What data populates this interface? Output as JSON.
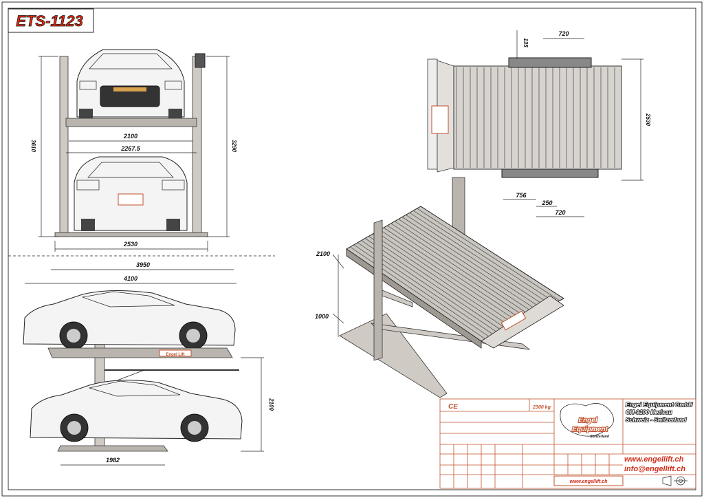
{
  "title": "ETS-1123",
  "front_view": {
    "dim_height_total": "3610",
    "dim_height_post": "3290",
    "dim_inner_width": "2100",
    "dim_platform_width": "2267.5",
    "dim_overall_width": "2530"
  },
  "side_view": {
    "dim_top_a": "3950",
    "dim_top_b": "4100",
    "dim_height": "2100",
    "dim_bottom": "1982"
  },
  "top_view": {
    "dim_top_offset": "135",
    "dim_top_gap": "720",
    "dim_depth": "2530",
    "dim_bottom_a": "756",
    "dim_bottom_b": "250",
    "dim_bottom_c": "720"
  },
  "iso_view": {
    "dim_upper": "2100",
    "dim_lower": "1000"
  },
  "title_block": {
    "ce_mark": "CE",
    "capacity": "2300 kg",
    "logo_line1": "Engel",
    "logo_line2": "Equipment",
    "logo_sub": "Switzerland",
    "company_name": "Engel Equipment GmbH",
    "company_address": "CH-9100 Herisau",
    "company_country": "Schweiz - Switzerland",
    "website": "www.engellift.ch",
    "email": "info@engellift.ch",
    "footer_url": "www.engellift.ch"
  },
  "plate_text": "Engel Lift"
}
